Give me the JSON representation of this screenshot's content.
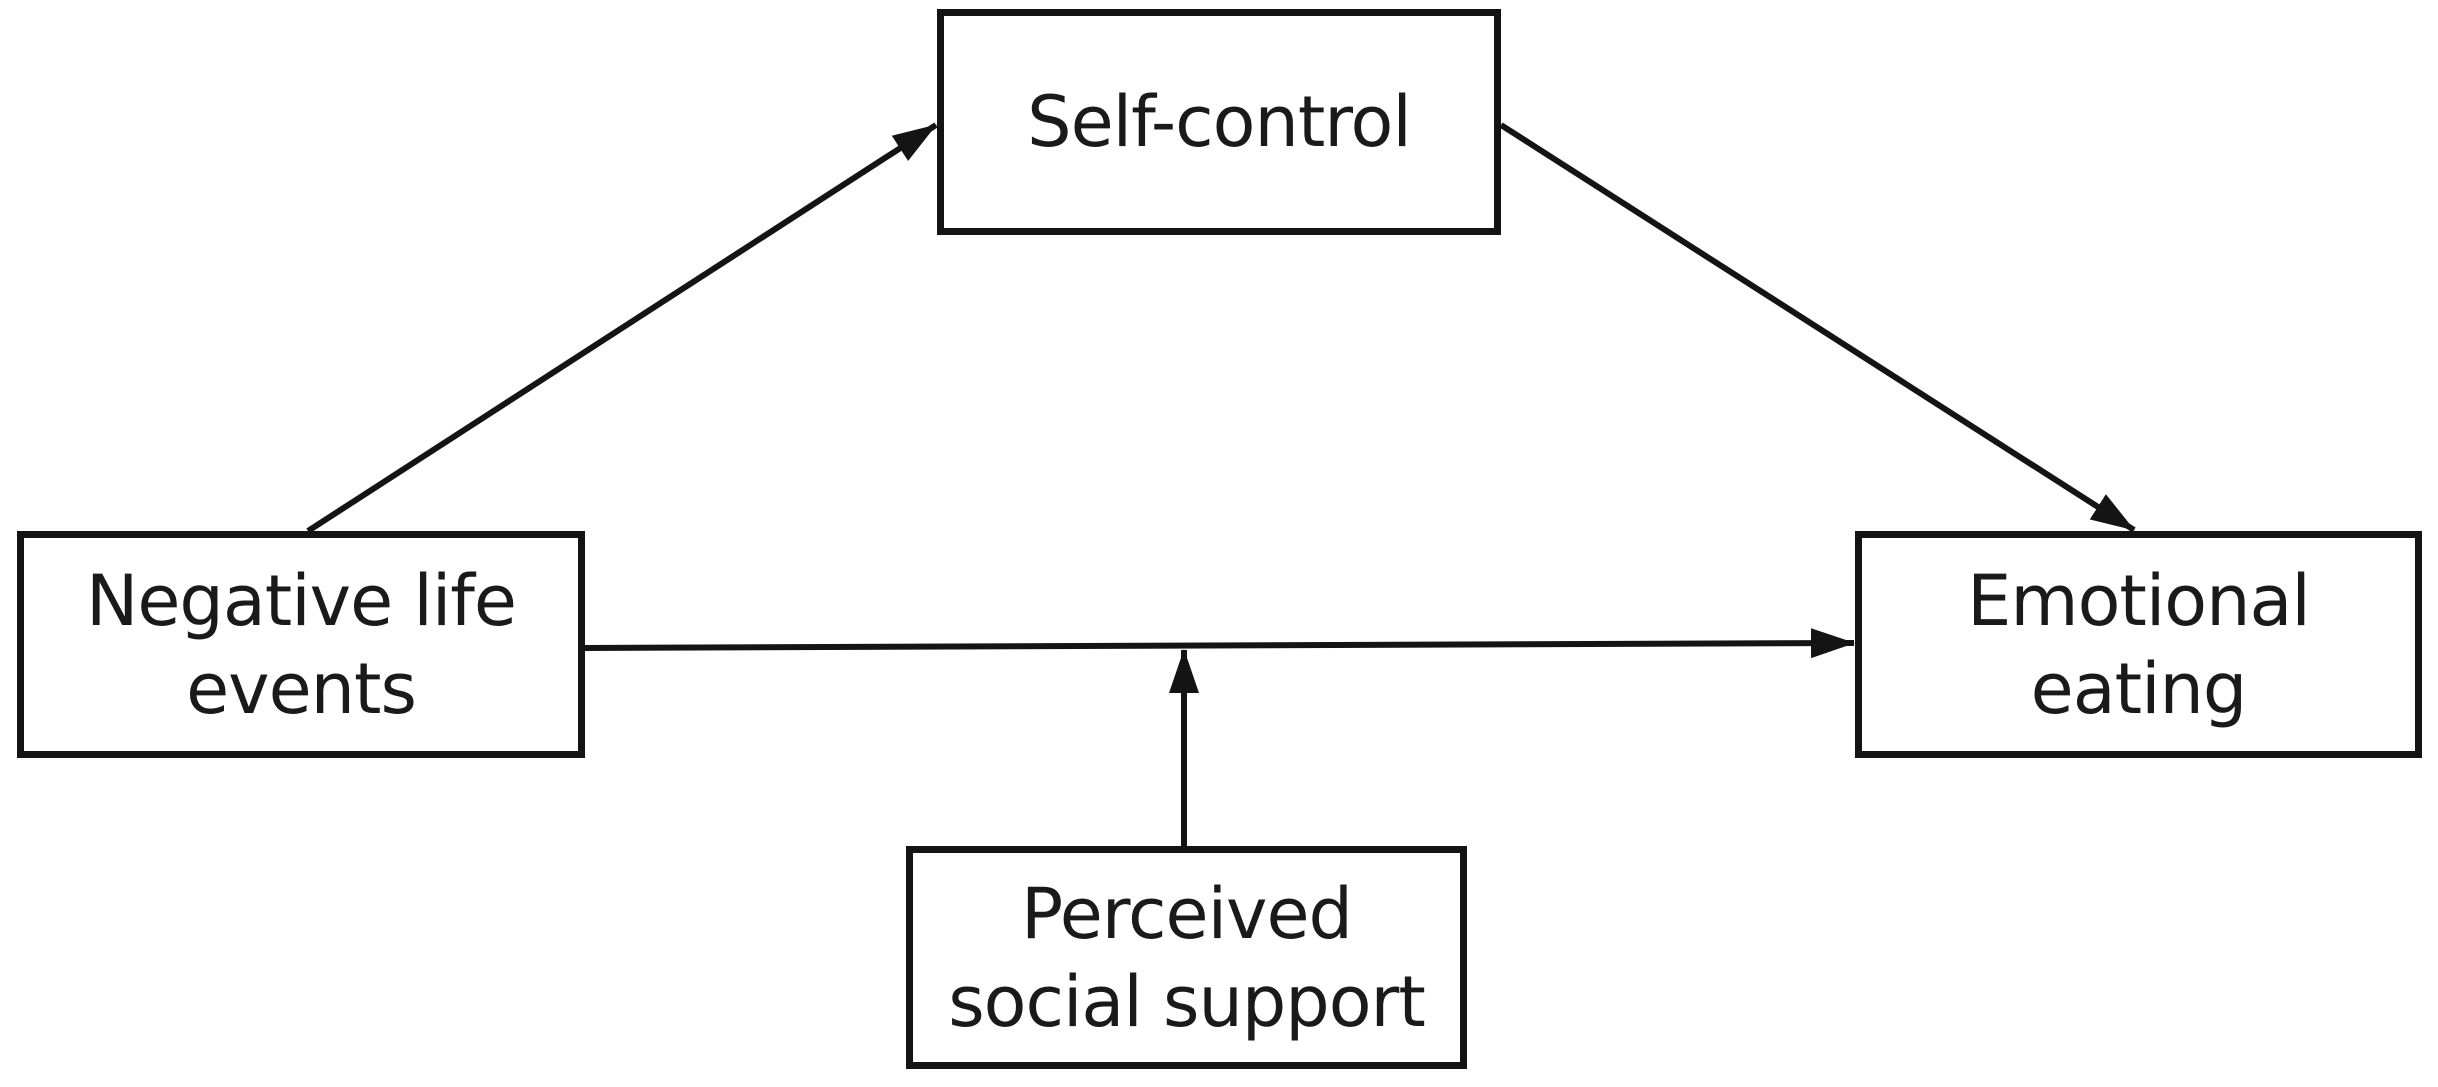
{
  "diagram": {
    "nodes": {
      "self_control": {
        "lines": [
          "Self-control"
        ]
      },
      "negative_life_events": {
        "lines": [
          "Negative life",
          "events"
        ]
      },
      "emotional_eating": {
        "lines": [
          "Emotional",
          "eating"
        ]
      },
      "perceived_social_support": {
        "lines": [
          "Perceived",
          "social support"
        ]
      }
    },
    "edges": [
      {
        "from": "Negative life events",
        "to": "Self-control"
      },
      {
        "from": "Self-control",
        "to": "Emotional eating"
      },
      {
        "from": "Negative life events",
        "to": "Emotional eating"
      },
      {
        "from": "Perceived social support",
        "to": "Negative life events → Emotional eating path"
      }
    ],
    "colors": {
      "stroke": "#141414",
      "text": "#1a1a1a",
      "background": "#ffffff"
    }
  }
}
